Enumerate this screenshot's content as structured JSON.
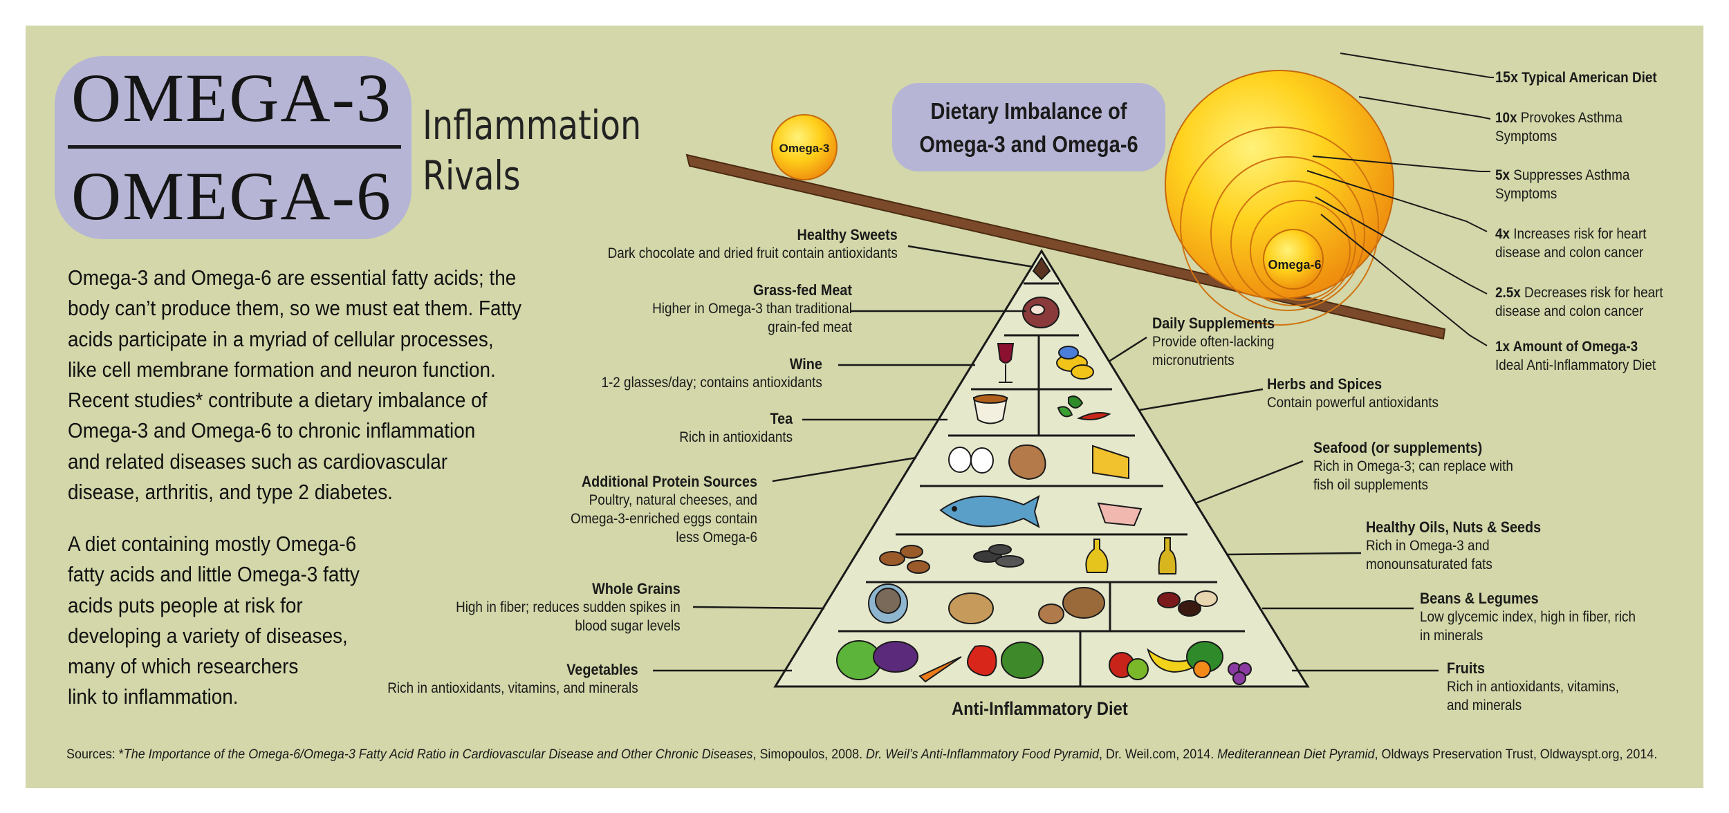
{
  "title": {
    "omega3": "OMEGA-3",
    "omega6": "OMEGA-6",
    "subtitle_line1": "Inflammation",
    "subtitle_line2": "Rivals"
  },
  "intro_paragraph": [
    " Omega-3 and Omega-6 are essential fatty acids; the",
    "body can’t produce them, so we must eat them. Fatty",
    "acids participate in a myriad of cellular processes,",
    "like cell membrane formation and neuron function.",
    "Recent studies* contribute a dietary imbalance of",
    "Omega-3 and Omega-6 to chronic inflammation",
    "and related diseases such as cardiovascular",
    "disease, arthritis, and type 2 diabetes."
  ],
  "risk_paragraph": [
    " A diet containing mostly Omega-6",
    "fatty acids and little Omega-3 fatty",
    "acids puts people at risk for",
    "developing a variety of diseases,",
    "many of which researchers",
    "link to inflammation."
  ],
  "imbalance_box": {
    "line1": "Dietary Imbalance of",
    "line2": "Omega-3 and Omega-6"
  },
  "seesaw": {
    "omega3_ball_label": "Omega-3",
    "omega6_ball_label": "Omega-6"
  },
  "ratios": [
    {
      "mult": "15x",
      "line1": "Typical American Diet",
      "line2": ""
    },
    {
      "mult": "10x",
      "line1": "Provokes Asthma",
      "line2": "Symptoms"
    },
    {
      "mult": "5x",
      "line1": "Suppresses Asthma",
      "line2": "Symptoms"
    },
    {
      "mult": "4x",
      "line1": "Increases risk for heart",
      "line2": "disease and colon cancer"
    },
    {
      "mult": "2.5x",
      "line1": "Decreases risk for heart",
      "line2": "disease and colon cancer"
    },
    {
      "mult": "1x",
      "line1": "Amount of Omega-3",
      "line2": "Ideal Anti-Inflammatory Diet"
    }
  ],
  "left_labels": [
    {
      "heading": "Healthy Sweets",
      "desc": [
        "Dark chocolate and dried fruit contain antioxidants"
      ]
    },
    {
      "heading": "Grass-fed Meat",
      "desc": [
        "Higher in Omega-3 than traditional",
        "grain-fed meat"
      ]
    },
    {
      "heading": "Wine",
      "desc": [
        "1-2 glasses/day; contains antioxidants"
      ]
    },
    {
      "heading": "Tea",
      "desc": [
        "Rich in antioxidants"
      ]
    },
    {
      "heading": "Additional Protein Sources",
      "desc": [
        "Poultry, natural cheeses, and",
        "Omega-3-enriched eggs contain",
        "less Omega-6"
      ]
    },
    {
      "heading": "Whole Grains",
      "desc": [
        "High in fiber; reduces sudden spikes in",
        "blood sugar levels"
      ]
    },
    {
      "heading": "Vegetables",
      "desc": [
        "Rich in antioxidants, vitamins, and minerals"
      ]
    }
  ],
  "right_labels": [
    {
      "heading": "Daily Supplements",
      "desc": [
        "Provide often-lacking",
        "micronutrients"
      ]
    },
    {
      "heading": "Herbs and Spices",
      "desc": [
        "Contain powerful antioxidants"
      ]
    },
    {
      "heading": "Seafood (or supplements)",
      "desc": [
        "Rich in Omega-3; can replace with",
        "fish oil supplements"
      ]
    },
    {
      "heading": "Healthy Oils, Nuts & Seeds",
      "desc": [
        "Rich in Omega-3 and",
        "monounsaturated fats"
      ]
    },
    {
      "heading": "Beans & Legumes",
      "desc": [
        "Low glycemic index, high in fiber, rich",
        "in minerals"
      ]
    },
    {
      "heading": "Fruits",
      "desc": [
        "Rich in antioxidants, vitamins,",
        "and minerals"
      ]
    }
  ],
  "pyramid_caption": "Anti-Inflammatory Diet",
  "sources": {
    "prefix": "Sources: *",
    "title1": "The Importance of the Omega-6/Omega-3 Fatty Acid Ratio in Cardiovascular Disease and Other Chronic Diseases",
    "text1": ", Simopoulos, 2008. ",
    "title2": "Dr. Weil’s Anti-Inflammatory Food Pyramid",
    "text2": ", Dr. Weil.com, 2014. ",
    "title3": "Mediterannean Diet Pyramid",
    "text3": ", Oldways Preservation Trust, Oldwayspt.org, 2014."
  },
  "colors": {
    "background": "#d3d7a9",
    "pill": "#b6b5d5",
    "pyramid_tier": "#e6e8cc",
    "seesaw_beam": "#7a4a2a",
    "ball_light": "#ffe35a",
    "ball_dark": "#f0960f"
  }
}
